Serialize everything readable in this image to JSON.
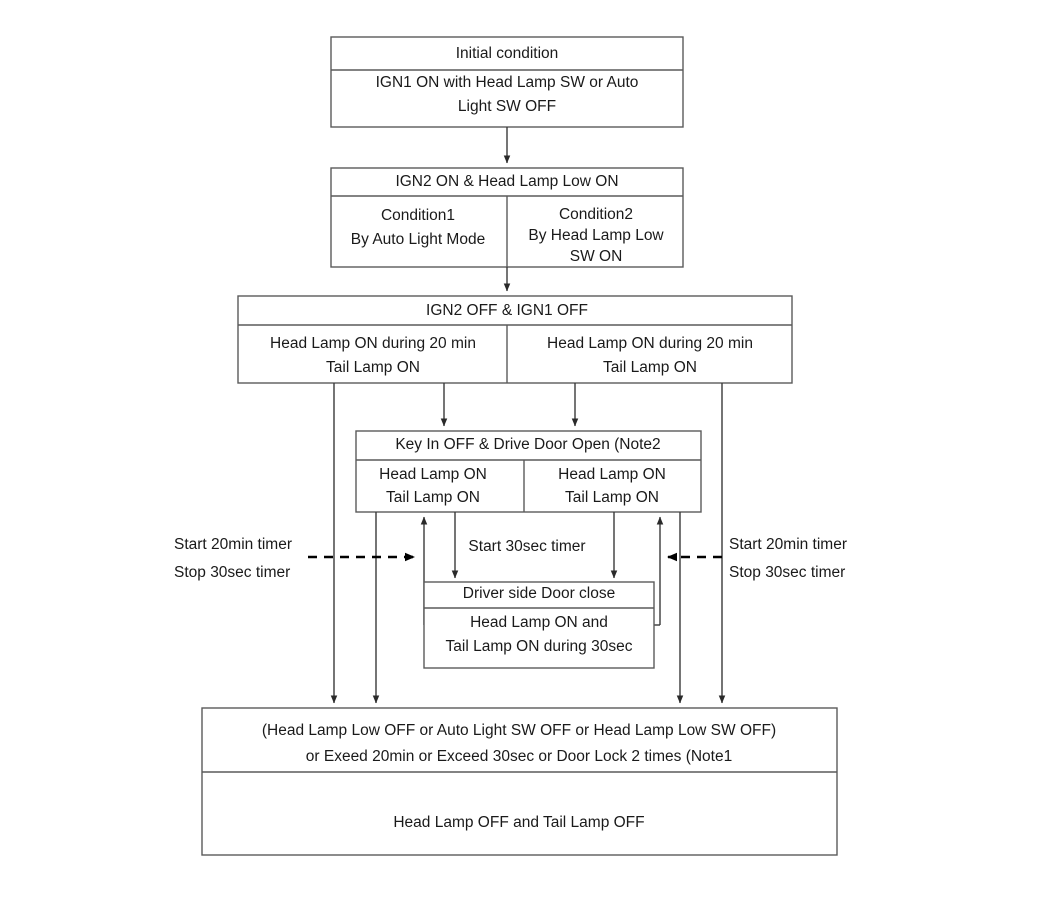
{
  "diagram": {
    "title": "Head Lamp / Tail Lamp auto-off control flow",
    "type": "flowchart",
    "background_color": "#ffffff",
    "line_color": "#3a3a3a",
    "box_border_color": "#5a5a5a",
    "text_color": "#1a1a1a",
    "nodes": {
      "initial": {
        "header": "Initial condition",
        "body_line1": "IGN1 ON with Head Lamp SW or Auto",
        "body_line2": "Light SW OFF"
      },
      "ign2_on": {
        "header": "IGN2 ON & Head Lamp Low ON",
        "left_line1": "Condition1",
        "left_line2": "By Auto Light Mode",
        "right_line1": "Condition2",
        "right_line2": "By Head Lamp Low",
        "right_line3": "SW ON"
      },
      "ign2_off": {
        "header": "IGN2 OFF & IGN1 OFF",
        "left_line1": "Head Lamp ON during 20 min",
        "left_line2": "Tail Lamp ON",
        "right_line1": "Head Lamp ON during 20 min",
        "right_line2": "Tail Lamp ON"
      },
      "key_in_off": {
        "header": "Key In OFF & Drive Door Open (Note2",
        "left_line1": "Head Lamp ON",
        "left_line2": "Tail Lamp ON",
        "right_line1": "Head Lamp ON",
        "right_line2": "Tail Lamp ON"
      },
      "door_close": {
        "header": "Driver side Door close",
        "body_line1": "Head Lamp ON and",
        "body_line2": "Tail Lamp ON during 30sec"
      },
      "lamps_off": {
        "header_line1": "(Head Lamp Low OFF or Auto Light SW OFF or Head Lamp Low SW OFF)",
        "header_line2": "or Exeed 20min or Exceed 30sec or Door Lock 2 times (Note1",
        "body": "Head Lamp OFF and Tail Lamp OFF"
      }
    },
    "edge_labels": {
      "left_timer_line1": "Start 20min timer",
      "left_timer_line2": "Stop 30sec timer",
      "right_timer_line1": "Start 20min timer",
      "right_timer_line2": "Stop 30sec timer",
      "center_timer": "Start 30sec timer"
    }
  }
}
